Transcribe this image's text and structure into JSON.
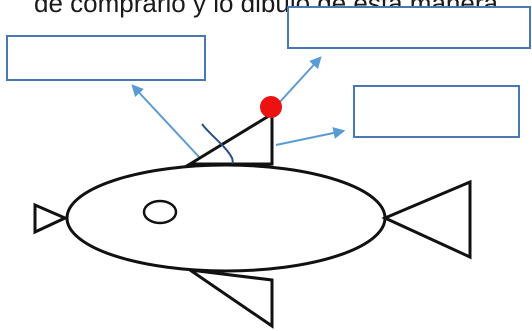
{
  "caption": "de comprarlo y lo dibujo de esta manera",
  "label_boxes": [
    {
      "id": "left",
      "text": ""
    },
    {
      "id": "top-right",
      "text": ""
    },
    {
      "id": "right",
      "text": ""
    }
  ],
  "colors": {
    "box_border": "#4a78b5",
    "arrow": "#5b9bd5",
    "outline": "#111111",
    "marker": "#ee1111",
    "scribble": "#2b4f8a",
    "background": "#ffffff"
  },
  "icons": [
    "fish-drawing",
    "red-dot-marker",
    "arrow-icon"
  ]
}
